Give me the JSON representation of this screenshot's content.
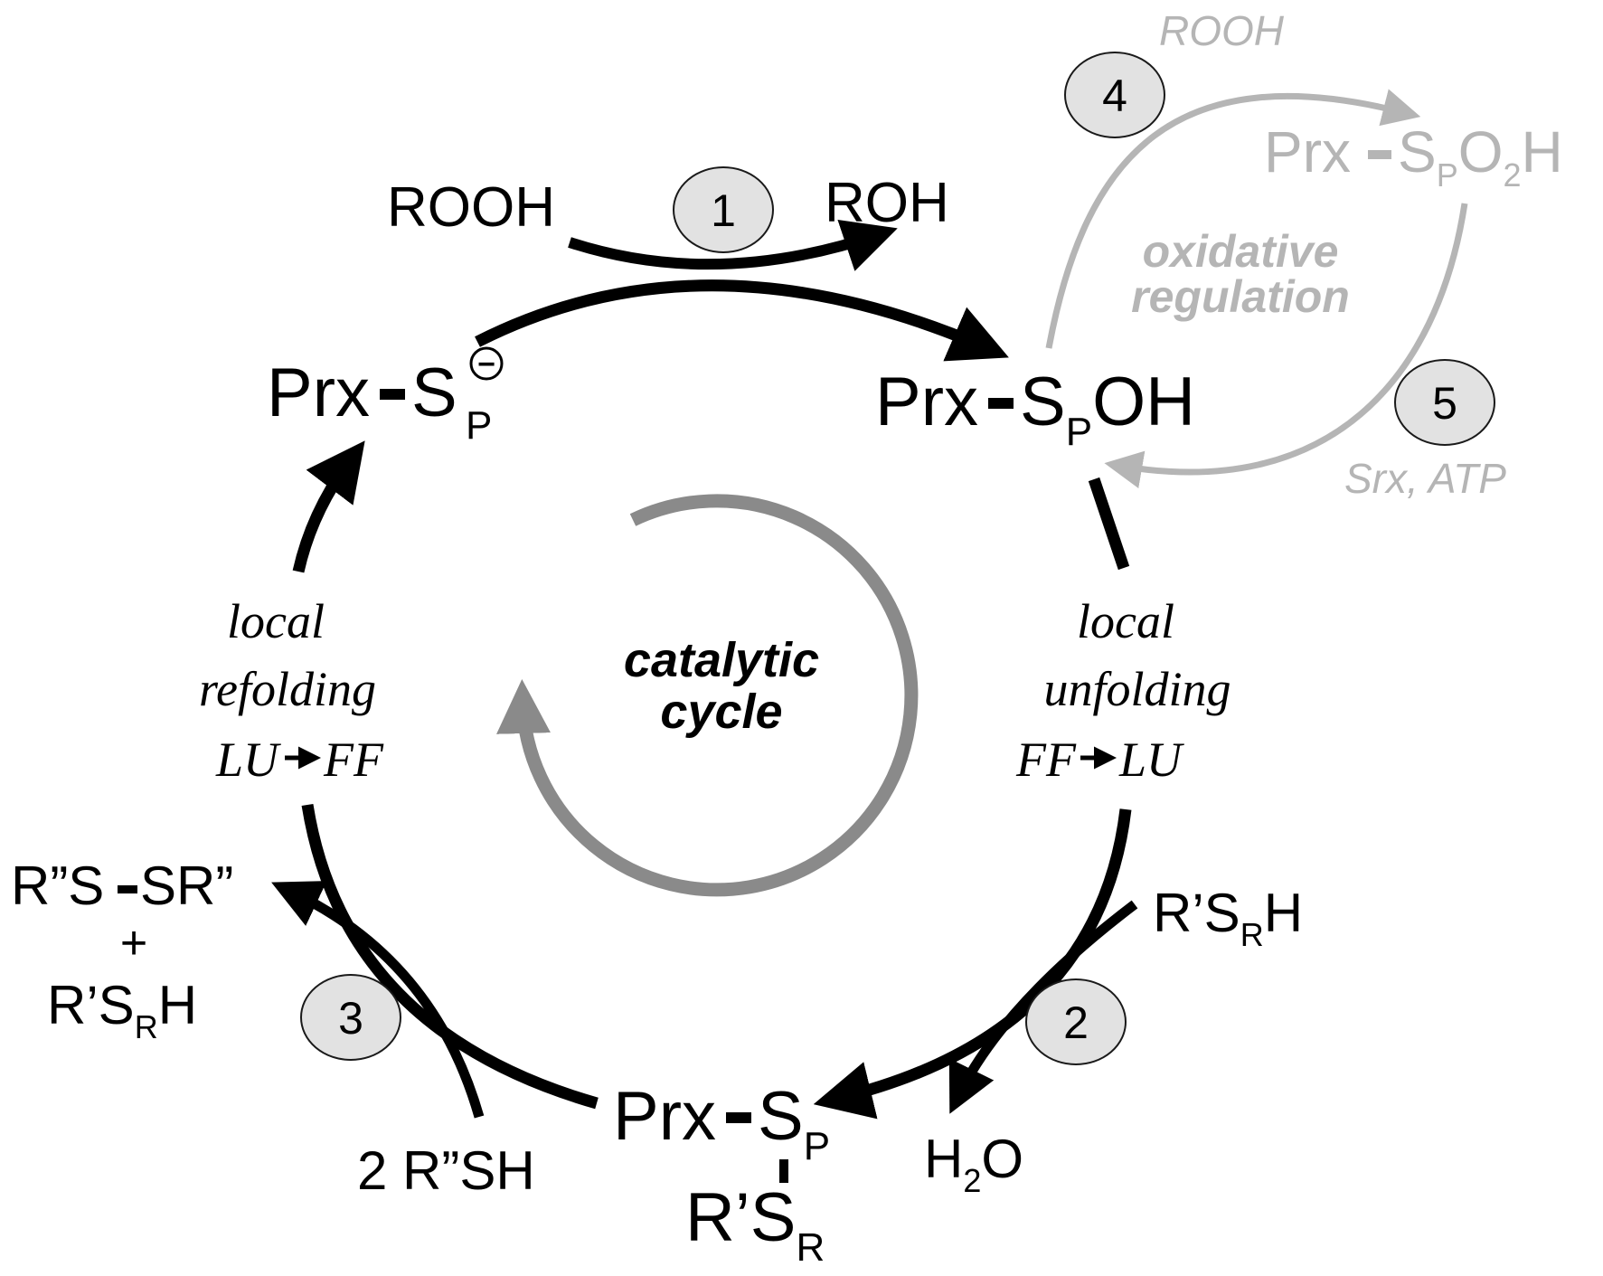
{
  "colors": {
    "main": "#000000",
    "grey_arrow": "#8a8a8a",
    "regulation": "#b5b5b5",
    "circle_fill": "#e2e2e2",
    "circle_stroke": "#1a1a1a"
  },
  "species": {
    "thiolate": {
      "base": "Prx",
      "s": "S",
      "sub": "P",
      "charge": "−"
    },
    "sulfenic": {
      "base": "Prx",
      "s": "S",
      "sub": "P",
      "tail": "OH"
    },
    "disulfide": {
      "base": "Prx",
      "s": "S",
      "sub": "P",
      "partner": "R’S",
      "partner_sub": "R"
    },
    "sulfinic": {
      "base": "Prx",
      "s": "S",
      "sub": "P",
      "o": "O",
      "o_sub": "2",
      "h": "H"
    }
  },
  "reagents": {
    "rooh": "ROOH",
    "roh": "ROH",
    "rsh_in": {
      "text": "R’S",
      "sub": "R",
      "tail": "H"
    },
    "water": {
      "h": "H",
      "sub": "2",
      "o": "O"
    },
    "rsh_2": "2 R”SH",
    "rssr": "R”S",
    "rssr_b": "SR”",
    "plus": "+",
    "rsh_out": {
      "text": "R’S",
      "sub": "R",
      "tail": "H"
    },
    "rooh_reg": "ROOH",
    "srx_atp": "Srx, ATP"
  },
  "step_numbers": [
    "1",
    "2",
    "3",
    "4",
    "5"
  ],
  "labels": {
    "unfolding": [
      "local",
      "unfolding",
      "FF",
      "LU"
    ],
    "refolding": [
      "local",
      "refolding",
      "LU",
      "FF"
    ],
    "catalytic": [
      "catalytic",
      "cycle"
    ],
    "oxidative": [
      "oxidative",
      "regulation"
    ]
  }
}
